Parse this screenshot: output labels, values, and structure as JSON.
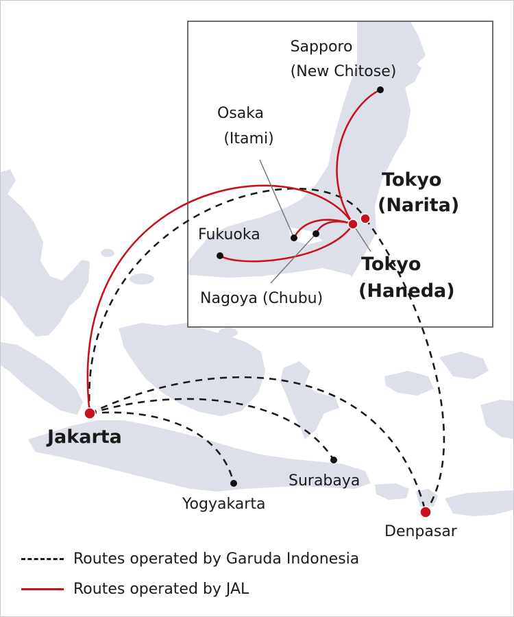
{
  "colors": {
    "land": "#dde0e8",
    "inset_bg": "#dde0e8",
    "inset_border": "#444444",
    "sea": "#ffffff",
    "garuda_route": "#1a1a1a",
    "jal_route": "#c8101e",
    "hub_dot": "#c8101e",
    "city_dot": "#111111"
  },
  "cities": {
    "sapporo": {
      "name": "Sapporo",
      "sub": "(New Chitose)"
    },
    "osaka": {
      "name": "Osaka",
      "sub": "(Itami)"
    },
    "fukuoka": {
      "name": "Fukuoka"
    },
    "nagoya": {
      "name": "Nagoya (Chubu)"
    },
    "tokyo_narita": {
      "name": "Tokyo",
      "sub": "(Narita)"
    },
    "tokyo_haneda": {
      "name": "Tokyo",
      "sub": "(Haneda)"
    },
    "jakarta": {
      "name": "Jakarta"
    },
    "yogyakarta": {
      "name": "Yogyakarta"
    },
    "surabaya": {
      "name": "Surabaya"
    },
    "denpasar": {
      "name": "Denpasar"
    }
  },
  "legend": {
    "garuda": "Routes operated by Garuda Indonesia",
    "jal": "Routes operated by JAL"
  }
}
